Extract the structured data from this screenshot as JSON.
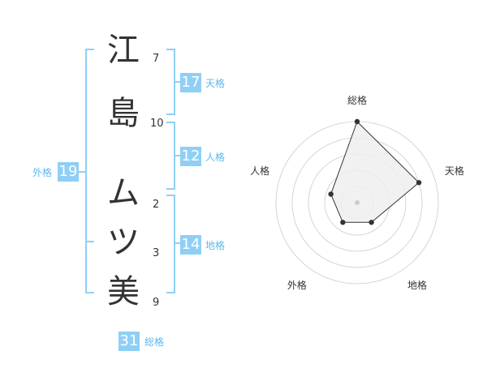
{
  "name": {
    "chars": [
      {
        "char": "江",
        "strokes": "7"
      },
      {
        "char": "島",
        "strokes": "10"
      },
      {
        "char": "ム",
        "strokes": "2"
      },
      {
        "char": "ツ",
        "strokes": "3"
      },
      {
        "char": "美",
        "strokes": "9"
      }
    ]
  },
  "kakusu": {
    "ten": {
      "value": "17",
      "label": "天格"
    },
    "jin": {
      "value": "12",
      "label": "人格"
    },
    "chi": {
      "value": "14",
      "label": "地格"
    },
    "gai": {
      "value": "19",
      "label": "外格"
    },
    "sou": {
      "value": "31",
      "label": "総格"
    }
  },
  "colors": {
    "accent": "#8fcff5",
    "label_text": "#5bb8ef",
    "text": "#333333"
  },
  "chart_data": {
    "type": "radar",
    "categories": [
      "総格",
      "天格",
      "地格",
      "外格",
      "人格"
    ],
    "values": [
      5,
      4,
      1.5,
      1.5,
      1.7
    ],
    "rmax": 5,
    "rings": 5
  }
}
